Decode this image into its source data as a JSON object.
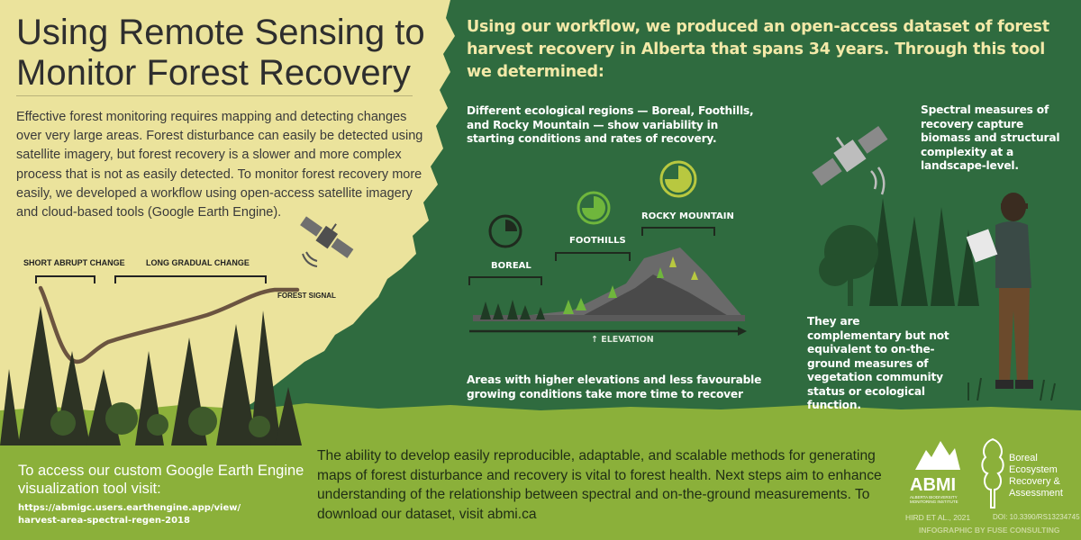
{
  "left": {
    "title_line1": "Using Remote Sensing to",
    "title_line2": "Monitor Forest Recovery",
    "intro": "Effective forest monitoring requires mapping and detecting changes over very large areas. Forest disturbance can easily be detected using satellite imagery, but forest recovery is a slower and more complex process that is not as easily detected. To monitor forest recovery more easily, we developed a workflow using open-access satellite imagery and cloud-based tools (Google Earth Engine).",
    "graph_labels": {
      "short_change": "SHORT ABRUPT CHANGE",
      "long_change": "LONG GRADUAL CHANGE",
      "forest_signal": "FOREST SIGNAL"
    },
    "access_text": "To access our custom Google Earth Engine visualization tool visit:",
    "url_line1": "https://abmigc.users.earthengine.app/view/",
    "url_line2": "harvest-area-spectral-regen-2018"
  },
  "right": {
    "heading": "Using our workflow, we produced an open-access dataset of forest harvest recovery in Alberta that spans 34 years. Through this tool we determined:",
    "eco_regions": "Different ecological regions — Boreal, Foothills, and Rocky Mountain — show variability in starting conditions and rates of recovery.",
    "region_boreal": "BOREAL",
    "region_foothills": "FOOTHILLS",
    "region_rocky": "ROCKY MOUNTAIN",
    "elevation_label": "↑ ELEVATION",
    "elevation_text": "Areas with higher elevations and less favourable growing conditions take more time to recover",
    "spectral_text": "Spectral measures of recovery capture biomass and structural complexity at a landscape-level.",
    "complement_text": "They are complementary but not equivalent to on-the-ground measures of vegetation community status or ecological function."
  },
  "bottom": {
    "text": "The ability to develop easily reproducible, adaptable, and scalable methods for generating maps of forest disturbance and recovery is vital to forest health. Next steps aim to enhance understanding of the relationship between spectral and on-the-ground measurements. To download our dataset, visit abmi.ca",
    "abmi_logo": "ABMI",
    "abmi_sub": "ALBERTA BIODIVERSITY MONITORING INSTITUTE",
    "berra_line1": "Boreal",
    "berra_line2": "Ecosystem",
    "berra_line3": "Recovery &",
    "berra_line4": "Assessment",
    "citation": "HIRD ET AL., 2021",
    "doi": "DOI: 10.3390/RS13234745",
    "credit": "INFOGRAPHIC BY FUSE CONSULTING"
  },
  "colors": {
    "cream": "#ebe39c",
    "forest_green": "#2f6b3f",
    "lime": "#8bb03a",
    "heading_yellow": "#f3e9a8"
  },
  "recovery_pies": {
    "boreal": 0.25,
    "foothills": 0.75,
    "rocky_mountain": 0.75
  }
}
